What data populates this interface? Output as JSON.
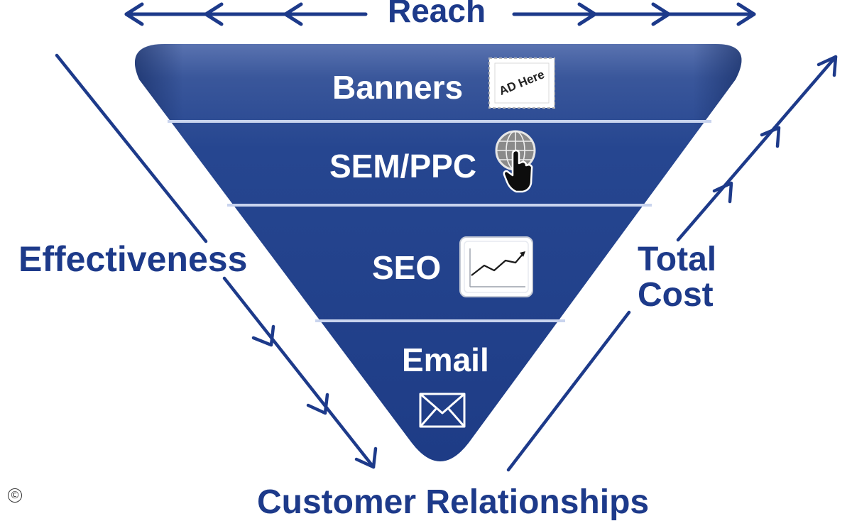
{
  "labels": {
    "top_axis": "Reach",
    "left_axis": "Effectiveness",
    "right_axis_line1": "Total",
    "right_axis_line2": "Cost",
    "bottom_axis": "Customer Relationships"
  },
  "tiers": [
    {
      "label": "Banners",
      "icon": "ad-here-stamp-icon",
      "icon_text": "AD Here"
    },
    {
      "label": "SEM/PPC",
      "icon": "globe-click-icon"
    },
    {
      "label": "SEO",
      "icon": "rising-chart-icon"
    },
    {
      "label": "Email",
      "icon": "envelope-icon"
    }
  ],
  "copyright_symbol": "©",
  "colors": {
    "funnel_fill": "#1f3f8c",
    "funnel_top": "#4c67a8",
    "arrow": "#1d3a8a",
    "text": "#1d3a8a",
    "divider": "#c9d4ee"
  }
}
